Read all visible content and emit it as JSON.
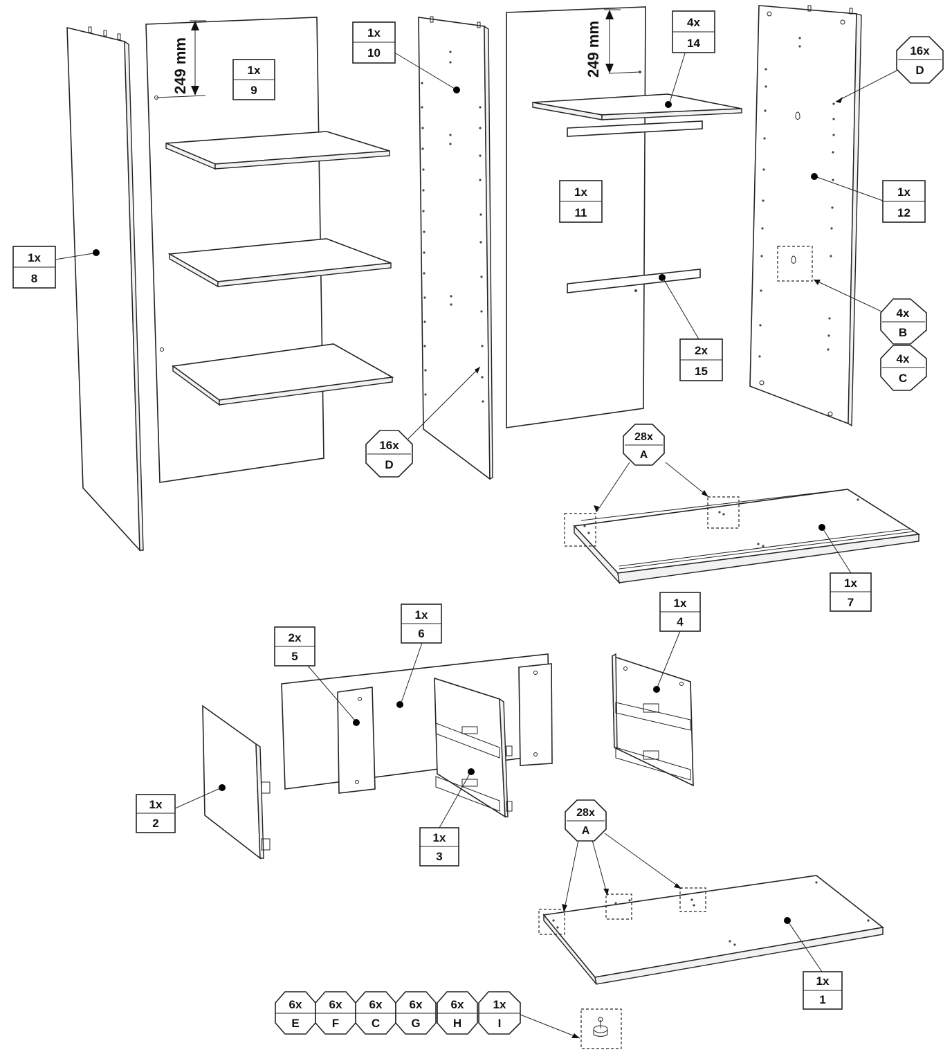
{
  "colors": {
    "line": "#222222",
    "background": "#ffffff"
  },
  "dimensions": {
    "left": "249 mm",
    "right": "249 mm"
  },
  "parts": [
    {
      "id": "p8",
      "qty": "1x",
      "num": "8"
    },
    {
      "id": "p9",
      "qty": "1x",
      "num": "9"
    },
    {
      "id": "p10",
      "qty": "1x",
      "num": "10"
    },
    {
      "id": "p14",
      "qty": "4x",
      "num": "14"
    },
    {
      "id": "p11",
      "qty": "1x",
      "num": "11"
    },
    {
      "id": "p12",
      "qty": "1x",
      "num": "12"
    },
    {
      "id": "p15",
      "qty": "2x",
      "num": "15"
    },
    {
      "id": "p7",
      "qty": "1x",
      "num": "7"
    },
    {
      "id": "p6",
      "qty": "1x",
      "num": "6"
    },
    {
      "id": "p5",
      "qty": "2x",
      "num": "5"
    },
    {
      "id": "p4",
      "qty": "1x",
      "num": "4"
    },
    {
      "id": "p2",
      "qty": "1x",
      "num": "2"
    },
    {
      "id": "p3",
      "qty": "1x",
      "num": "3"
    },
    {
      "id": "p1",
      "qty": "1x",
      "num": "1"
    }
  ],
  "hardware": [
    {
      "id": "hwD1",
      "qty": "16x",
      "code": "D"
    },
    {
      "id": "hwD2",
      "qty": "16x",
      "code": "D"
    },
    {
      "id": "hwB",
      "qty": "4x",
      "code": "B"
    },
    {
      "id": "hwC",
      "qty": "4x",
      "code": "C"
    },
    {
      "id": "hwA1",
      "qty": "28x",
      "code": "A"
    },
    {
      "id": "hwA2",
      "qty": "28x",
      "code": "A"
    },
    {
      "id": "hwE",
      "qty": "6x",
      "code": "E"
    },
    {
      "id": "hwF",
      "qty": "6x",
      "code": "F"
    },
    {
      "id": "hwC2",
      "qty": "6x",
      "code": "C"
    },
    {
      "id": "hwG",
      "qty": "6x",
      "code": "G"
    },
    {
      "id": "hwH",
      "qty": "6x",
      "code": "H"
    },
    {
      "id": "hwI",
      "qty": "1x",
      "code": "I"
    }
  ]
}
